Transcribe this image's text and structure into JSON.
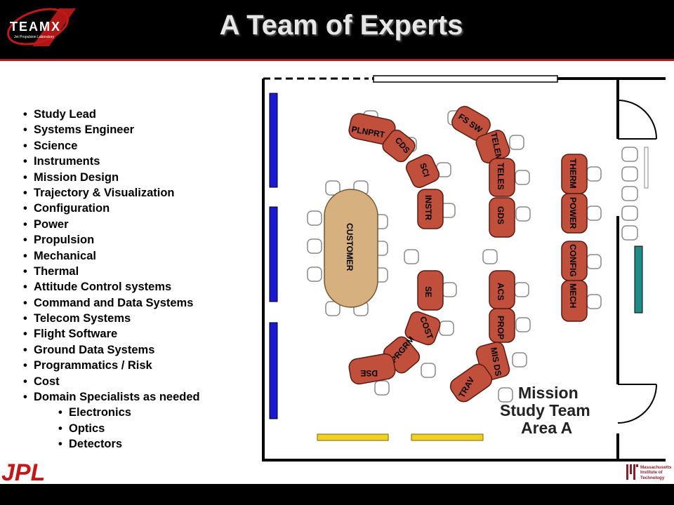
{
  "header": {
    "title": "A Team of Experts",
    "logo_text": "TEAMX",
    "logo_subtext": "Jet Propulsion Laboratory"
  },
  "bullets": [
    {
      "label": "Study Lead",
      "level": 1
    },
    {
      "label": "Systems Engineer",
      "level": 1
    },
    {
      "label": "Science",
      "level": 1
    },
    {
      "label": "Instruments",
      "level": 1
    },
    {
      "label": "Mission Design",
      "level": 1
    },
    {
      "label": "Trajectory & Visualization",
      "level": 1
    },
    {
      "label": "Configuration",
      "level": 1
    },
    {
      "label": "Power",
      "level": 1
    },
    {
      "label": "Propulsion",
      "level": 1
    },
    {
      "label": "Mechanical",
      "level": 1
    },
    {
      "label": "Thermal",
      "level": 1
    },
    {
      "label": "Attitude Control systems",
      "level": 1
    },
    {
      "label": "Command and Data Systems",
      "level": 1
    },
    {
      "label": "Telecom Systems",
      "level": 1
    },
    {
      "label": "Flight Software",
      "level": 1
    },
    {
      "label": "Ground Data Systems",
      "level": 1
    },
    {
      "label": "Programmatics / Risk",
      "level": 1
    },
    {
      "label": "Cost",
      "level": 1
    },
    {
      "label": "Domain Specialists as needed",
      "level": 1
    },
    {
      "label": "Electronics",
      "level": 2
    },
    {
      "label": "Optics",
      "level": 2
    },
    {
      "label": "Detectors",
      "level": 2
    }
  ],
  "floorplan": {
    "area_title": [
      "Mission",
      "Study Team",
      "Area A"
    ],
    "customer_table": "CUSTOMER",
    "stations": {
      "plnprt": "PLNPRT",
      "cds": "CDS",
      "sci": "SCI",
      "instr": "INSTR",
      "fs_sw": "FS SW",
      "telem": "TELEM",
      "teles": "TELES",
      "gds": "GDS",
      "therm": "THERM",
      "power": "POWER",
      "config": "CONFIG",
      "mech": "MECH",
      "se": "SE",
      "cost": "COST",
      "prgrm": "PRGRM",
      "dse": "DSE",
      "acs": "ACS",
      "prop": "PROP",
      "mis_ds": "MIS DS",
      "trav": "TRAV"
    }
  },
  "footer": {
    "jpl_logo": "JPL",
    "mit_lines": [
      "Massachusetts",
      "Institute of",
      "Technology"
    ]
  },
  "colors": {
    "header_bg": "#000000",
    "accent_red": "#b01818",
    "desk_fill": "#c0503c",
    "customer_table": "#d6b07e",
    "screen_blue": "#1a1ad6",
    "screen_yellow": "#f0d020",
    "screen_teal": "#1f8a86"
  }
}
